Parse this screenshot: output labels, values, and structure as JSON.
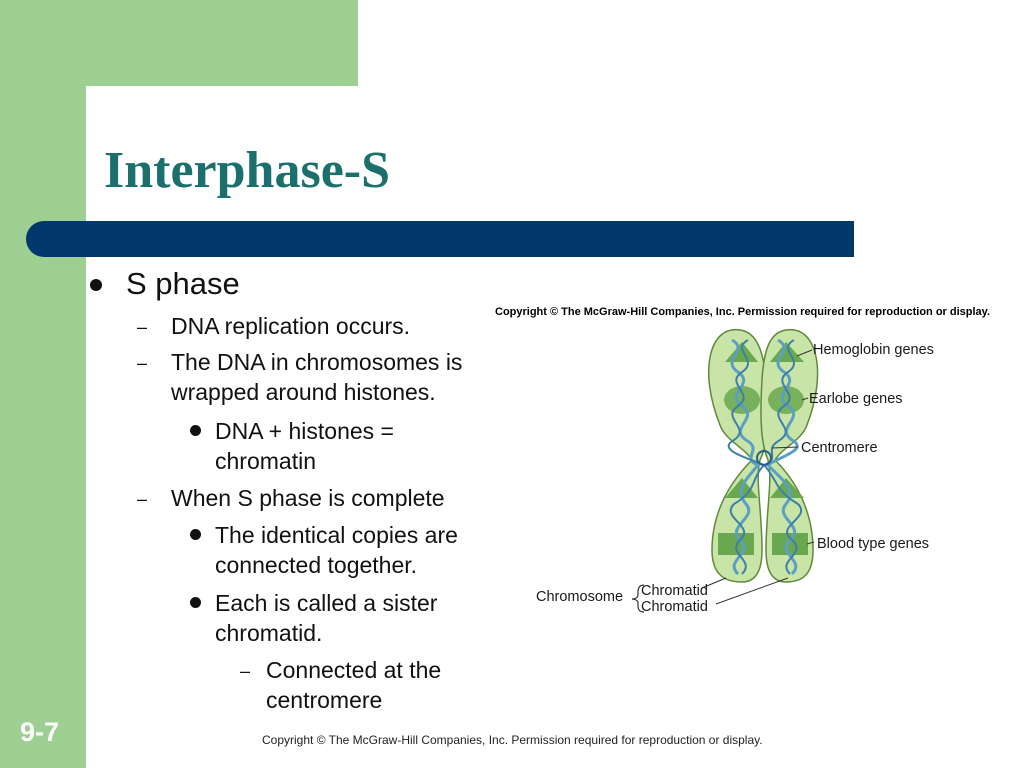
{
  "slide": {
    "title": "Interphase-S",
    "number": "9-7",
    "footer": "Copyright © The McGraw-Hill Companies, Inc. Permission required for reproduction or display."
  },
  "bullets": {
    "l1": "S phase",
    "b1": "DNA replication occurs.",
    "b2_line1": "The DNA in chromosomes is",
    "b2_line2": "wrapped around histones.",
    "b2a_line1": "DNA + histones =",
    "b2a_line2": "chromatin",
    "b3": "When S phase is complete",
    "b3a_line1": "The identical copies are",
    "b3a_line2": "connected together.",
    "b3b_line1": "Each is called a sister",
    "b3b_line2": "chromatid.",
    "b3b1_line1": "Connected at the",
    "b3b1_line2": "centromere"
  },
  "figure": {
    "copyright": "Copyright © The McGraw-Hill Companies, Inc. Permission required for reproduction or display.",
    "labels": {
      "hemoglobin": "Hemoglobin genes",
      "earlobe": "Earlobe genes",
      "centromere": "Centromere",
      "blood_type": "Blood type genes",
      "chromosome": "Chromosome",
      "chromatid_1": "Chromatid",
      "chromatid_2": "Chromatid"
    }
  },
  "colors": {
    "green_frame": "#9dcf93",
    "title_bar": "#00386b",
    "title_text": "#1b6f6c",
    "chromatid_fill": "#c8e4a6",
    "gene_band": "#6aa84f",
    "dna_helix": "#5b9fc4"
  }
}
